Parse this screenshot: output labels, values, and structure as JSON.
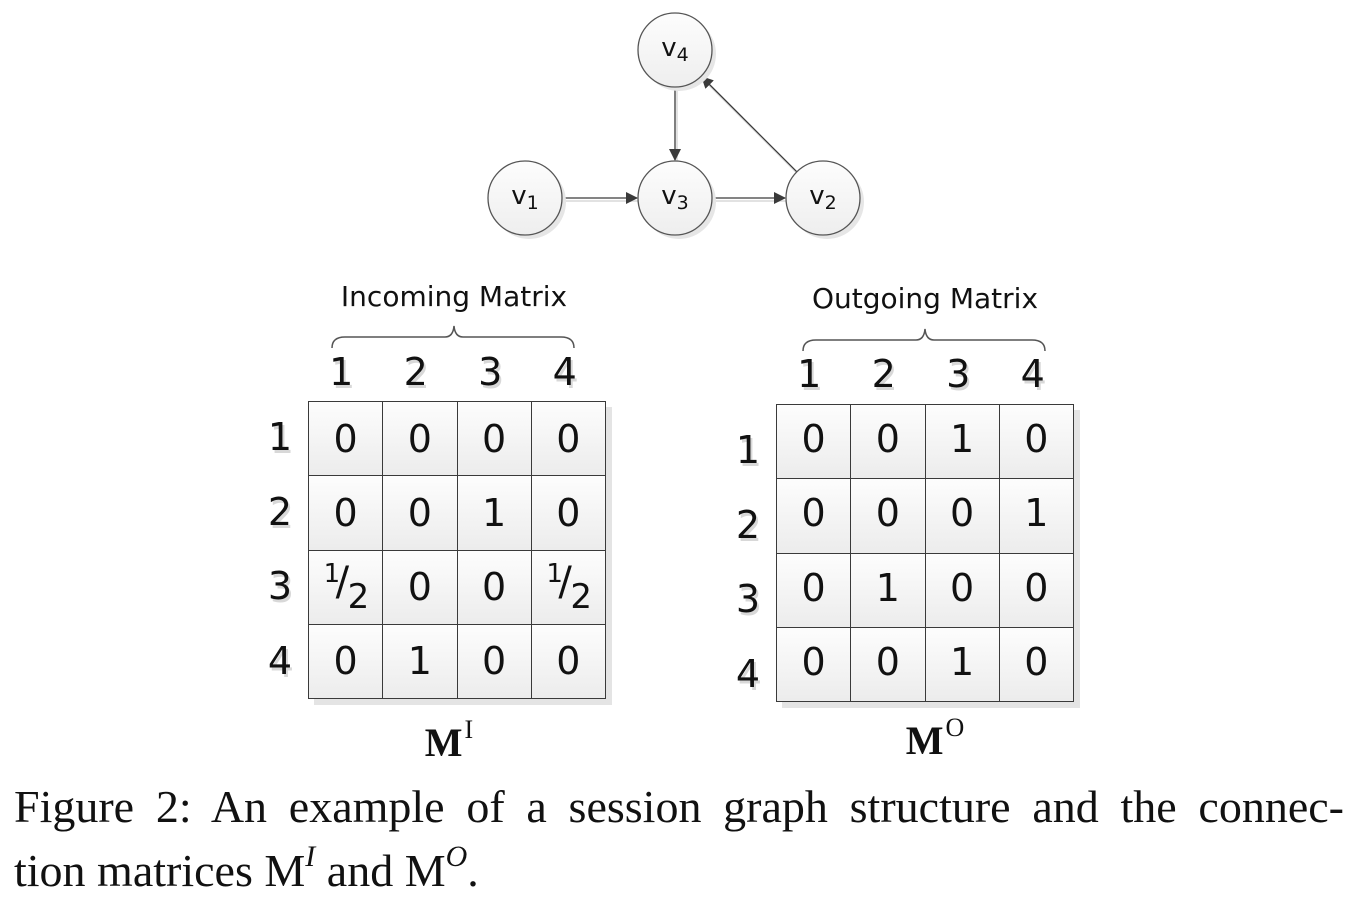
{
  "graph": {
    "nodes": [
      {
        "id": "v1",
        "base": "v",
        "sub": "1"
      },
      {
        "id": "v2",
        "base": "v",
        "sub": "2"
      },
      {
        "id": "v3",
        "base": "v",
        "sub": "3"
      },
      {
        "id": "v4",
        "base": "v",
        "sub": "4"
      }
    ],
    "edges": [
      {
        "from": "v1",
        "to": "v3"
      },
      {
        "from": "v3",
        "to": "v2"
      },
      {
        "from": "v2",
        "to": "v4"
      },
      {
        "from": "v4",
        "to": "v3"
      }
    ]
  },
  "incoming": {
    "title": "Incoming Matrix",
    "col_labels": [
      "1",
      "2",
      "3",
      "4"
    ],
    "row_labels": [
      "1",
      "2",
      "3",
      "4"
    ],
    "values": [
      [
        "0",
        "0",
        "0",
        "0"
      ],
      [
        "0",
        "0",
        "1",
        "0"
      ],
      [
        "1/2",
        "0",
        "0",
        "1/2"
      ],
      [
        "0",
        "1",
        "0",
        "0"
      ]
    ],
    "name": "M",
    "superscript": "I"
  },
  "outgoing": {
    "title": "Outgoing Matrix",
    "col_labels": [
      "1",
      "2",
      "3",
      "4"
    ],
    "row_labels": [
      "1",
      "2",
      "3",
      "4"
    ],
    "values": [
      [
        "0",
        "0",
        "1",
        "0"
      ],
      [
        "0",
        "0",
        "0",
        "1"
      ],
      [
        "0",
        "1",
        "0",
        "0"
      ],
      [
        "0",
        "0",
        "1",
        "0"
      ]
    ],
    "name": "M",
    "superscript": "O"
  },
  "caption": {
    "line1": "Figure 2:  An example of a session graph structure and the connec-",
    "line2_prefix": "tion matrices M",
    "sup_in": "I",
    "line2_mid": " and M",
    "sup_out": "O",
    "line2_suffix": "."
  }
}
